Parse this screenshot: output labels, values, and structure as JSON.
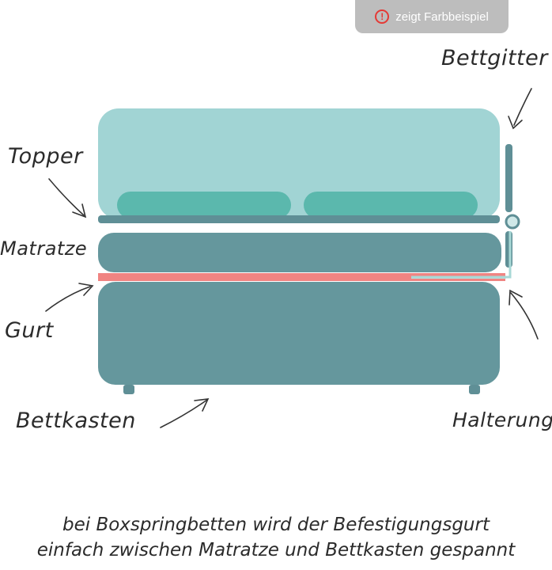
{
  "badge": {
    "text": "zeigt Farbbeispiel",
    "icon": "alert-icon",
    "icon_color": "#e53935"
  },
  "labels": {
    "bettgitter": "Bettgitter",
    "topper": "Topper",
    "matratze": "Matratze",
    "gurt": "Gurt",
    "bettkasten": "Bettkasten",
    "halterung": "Halterung"
  },
  "caption": {
    "line1": "bei Boxspringbetten wird der Befestigungsgurt",
    "line2": "einfach zwischen Matratze und Bettkasten gespannt"
  },
  "colors": {
    "topper": "#a1d4d4",
    "pillow": "#5bb8ad",
    "matratze": "#65979d",
    "bettkasten": "#65979d",
    "gurt": "#f08482",
    "rail": "#5f8f96",
    "arrow": "#333333"
  }
}
